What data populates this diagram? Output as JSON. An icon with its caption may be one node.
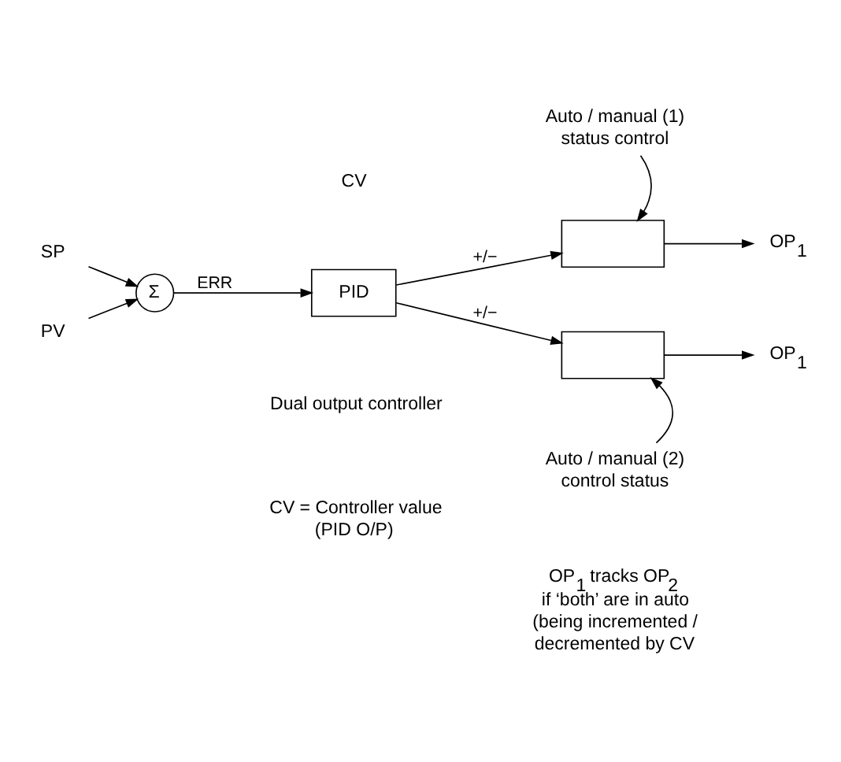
{
  "diagram": {
    "nodes": [
      {
        "text": [
          "Auto / manual (1) status control"
        ]
      },
      {
        "text": [],
        "shape": "box"
      },
      {
        "text": [
          "OP$_{1}$"
        ]
      },
      {
        "text": [
          "SP"
        ]
      },
      {
        "text": [
          "PV"
        ]
      },
      {
        "text": [
          "Σ"
        ]
      },
      {
        "text": [
          "PID"
        ]
      },
      {
        "text": [],
        "shape": "box"
      },
      {
        "text": [
          "OP$_{1}$"
        ]
      },
      {
        "text": [
          "Auto / manual (2) control status"
        ]
      }
    ],
    "edges": [
      {
        "from": 0,
        "to": 1,
        "arrow": "to"
      },
      {
        "from": 1,
        "to": 2,
        "arrow": "to"
      },
      {
        "from": 3,
        "to": 5,
        "arrow": "to"
      },
      {
        "from": 4,
        "to": 5,
        "arrow": "to"
      },
      {
        "from": 5,
        "to": 6,
        "arrow": "to",
        "label": "ERR"
      },
      {
        "from": 6,
        "to": 1,
        "arrow": "to",
        "label": "+/−"
      },
      {
        "from": 6,
        "to": 7,
        "arrow": "to",
        "label": "+/−"
      },
      {
        "from": 7,
        "to": 8,
        "arrow": "to"
      },
      {
        "from": 9,
        "to": 7,
        "arrow": "to"
      }
    ],
    "labels": [
      "CV",
      "Dual output controller",
      "CV = Controller value (PID O/P)",
      "OP$_{1}$ tracks OP$_{2}$ if ‘both’ are in auto (being incremented / decremented by CV"
    ]
  }
}
